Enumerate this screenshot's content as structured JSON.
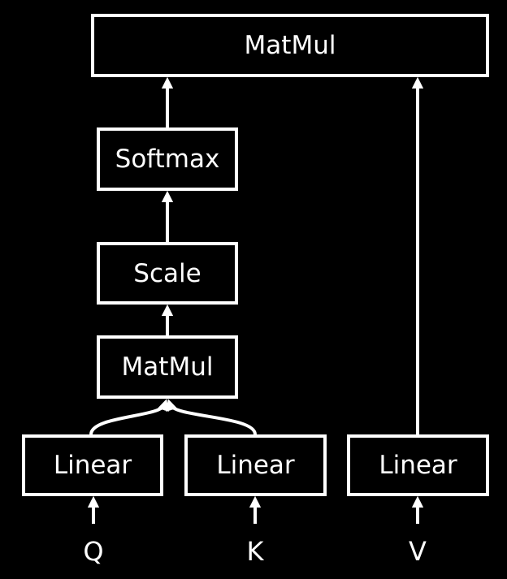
{
  "colors": {
    "background": "#000000",
    "foreground": "#ffffff"
  },
  "nodes": {
    "top_matmul": "MatMul",
    "softmax": "Softmax",
    "scale": "Scale",
    "matmul": "MatMul",
    "linear_q": "Linear",
    "linear_k": "Linear",
    "linear_v": "Linear"
  },
  "inputs": {
    "q": "Q",
    "k": "K",
    "v": "V"
  }
}
